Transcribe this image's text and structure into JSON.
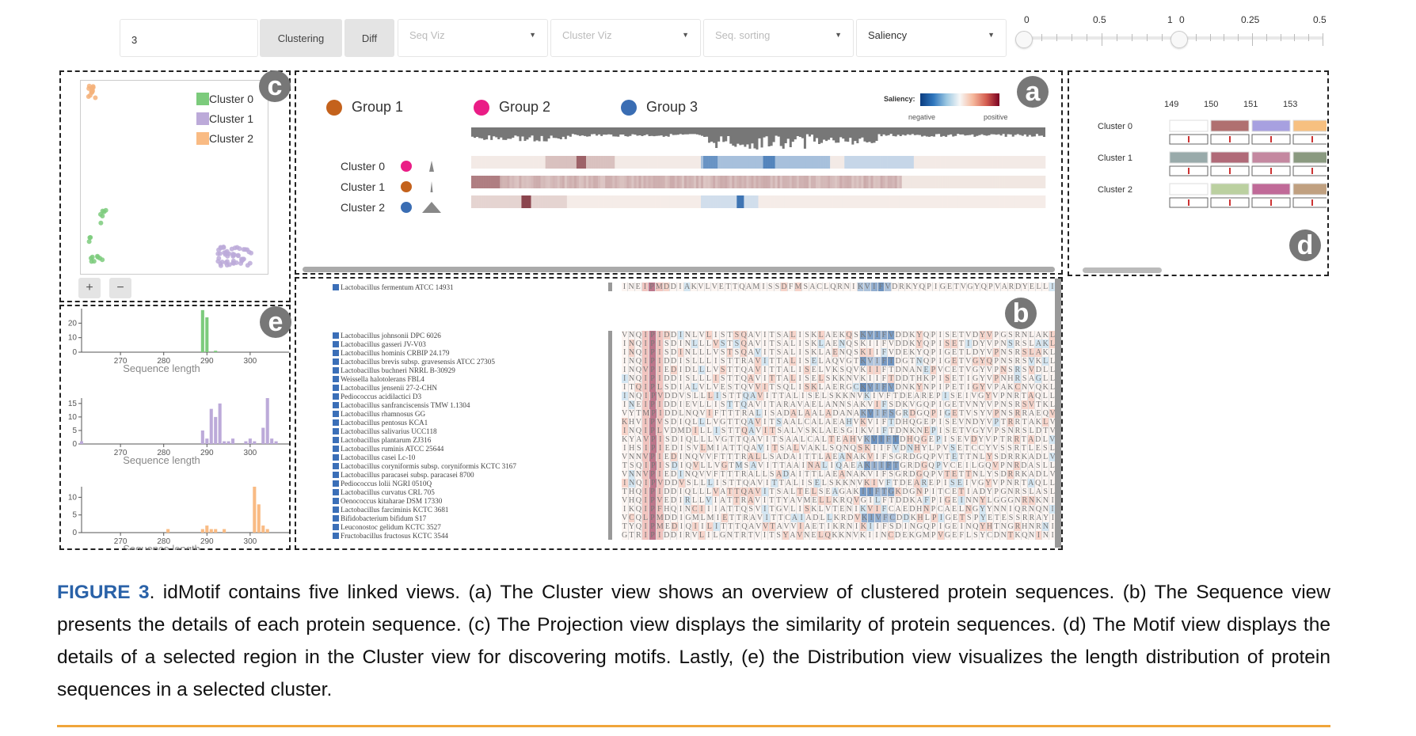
{
  "toolbar": {
    "cluster_count_value": "3",
    "clustering_label": "Clustering",
    "diff_label": "Diff",
    "selects": [
      {
        "label": "Seq Viz",
        "placeholder": true
      },
      {
        "label": "Cluster Viz",
        "placeholder": true
      },
      {
        "label": "Seq. sorting",
        "placeholder": true
      },
      {
        "label": "Saliency",
        "placeholder": false
      }
    ],
    "slider1": {
      "min_label": "0",
      "mid_label": "0.5",
      "max_label": "1",
      "value": 0
    },
    "slider2": {
      "min_label": "0",
      "mid_label": "0.25",
      "max_label": "0.5",
      "value": 0
    }
  },
  "projection_view": {
    "badge": "c",
    "legend": [
      {
        "label": "Cluster 0",
        "color": "#7ccb7c"
      },
      {
        "label": "Cluster 1",
        "color": "#bcaad9"
      },
      {
        "label": "Cluster 2",
        "color": "#f9bb84"
      }
    ],
    "zoom_in": "+",
    "zoom_out": "−"
  },
  "cluster_view": {
    "badge": "a",
    "groups": [
      {
        "label": "Group 1",
        "color": "#c4621c"
      },
      {
        "label": "Group 2",
        "color": "#ea1d86"
      },
      {
        "label": "Group 3",
        "color": "#3a6db3"
      }
    ],
    "saliency_label": "Saliency:",
    "saliency_negative": "negative",
    "saliency_positive": "positive",
    "clusters": [
      {
        "label": "Cluster 0",
        "dot": "#ea1d86"
      },
      {
        "label": "Cluster 1",
        "dot": "#c4621c"
      },
      {
        "label": "Cluster 2",
        "dot": "#3a6db3"
      }
    ]
  },
  "motif_view": {
    "badge": "d",
    "positions": [
      "149",
      "150",
      "151",
      "153"
    ],
    "clusters": [
      "Cluster 0",
      "Cluster 1",
      "Cluster 2"
    ]
  },
  "distribution_view": {
    "badge": "e",
    "x_title": "Sequence length",
    "x_ticks": [
      "270",
      "280",
      "290",
      "300"
    ]
  },
  "sequence_view": {
    "badge": "b",
    "reference": {
      "name": "Lactobacillus fermentum ATCC 14931",
      "seq": "INEIPMDDIAKVLVETTQAMISSDFMSACLQRNIKVIFVDRKYQPIGETVGYQPVARDYELLI"
    },
    "species": [
      "Lactobacillus johnsonii DPC 6026",
      "Lactobacillus gasseri JV-V03",
      "Lactobacillus hominis CRBIP 24.179",
      "Lactobacillus brevis subsp. gravesensis ATCC 27305",
      "Lactobacillus buchneri NRRL B-30929",
      "Weissella halotolerans FBL4",
      "Lactobacillus jensenii 27-2-CHN",
      "Pediococcus acidilactici D3",
      "Lactobacillus sanfranciscensis TMW 1.1304",
      "Lactobacillus rhamnosus GG",
      "Lactobacillus pentosus KCA1",
      "Lactobacillus salivarius UCC118",
      "Lactobacillus plantarum ZJ316",
      "Lactobacillus ruminis ATCC 25644",
      "Lactobacillus casei Lc-10",
      "Lactobacillus coryniformis subsp. coryniformis KCTC 3167",
      "Lactobacillus paracasei subsp. paracasei 8700",
      "Pediococcus lolii NGRI 0510Q",
      "Lactobacillus curvatus CRL 705",
      "Oenococcus kitaharae DSM 17330",
      "Lactobacillus farciminis KCTC 3681",
      "Bifidobacterium bifidum S17",
      "Leuconostoc gelidum KCTC 3527",
      "Fructobacillus fructosus KCTC 3544"
    ],
    "sequences": [
      "VNQIPIDDINLVLISTSQAVITSALISKLAEKQSKVIFVDDKYQPISETVDYVPGSRNLAKL",
      "INQIPISDINLLLVSTSQAVITSALISKLAENQSKIIFVDDKYQPISETIDYVPNSRSLAKL",
      "INQIPISDINLLLVSTSQAVITSALISKLAENQSKIIFVDEKYQPIGETLDYVPNSRSLAKL",
      "INQIPIDDISLLLISTTRAVITTALISELAQVGTKVIFTDGTNQPIGETVGYQPNSRSVKLL",
      "INQVPIEDIDLLLVSTTQAVITTALISELVKSQVKIIFTDNANEPVCETVGYVPNSRSVDLL",
      "INQIPIDDISLLLISTTQAVITTALISELSKKNVKIIFTDDTHKPISETIGYVPNHRSAGLL",
      "ITQIPLSDIALVLVESTQVVITSQLISKLAERGCKVIFVDNKYNPIPETIGYVPAKCNVQKL",
      "INQIPVDDVSLLLISTTQAVITTALISELSKKNVKIVFTDEAREPISEIVGYVPNRTAQLL",
      "INEIPIDDIEVLLISTTQAVITARAVAELANNSAKVIFSDKVGQPIGETVNYVPNSRSVTKL",
      "VYTMPIDDLNQVIFTTTRALISADALAALADANAKVIFSGRDGQPIGETVSYVPNSRRAEQV",
      "KHVIPVSDIQLLLVGTTQAVITSAALCALAEAHVKVIFTDHQGEPISEVNDYVPTRRTAKLV",
      "INQIPLVDMDILLISTTQAVITSALVSKLAESGIKVIFTDNKNEPISETVGYVPSNRSLDTV",
      "KYAVPISDIQLLLVGTTQAVITSAALCALTEAHVKVIFTDHQGEPISEVDYVPTRRTADLV",
      "IHSIPIEDISVLMIATTQAVITSALVAKLSQNQSKIIFVDNHYLPVSETCCYVSSRTLESL",
      "VNNVPIEDINQVVFTTTRALLSADAITTLAEANAKVIFSGRDGQPVTETTNLYSDRRKADLV",
      "TSQIPISDIQVLLVGTMSAVITTAAINALIQAEAKIIFTGRDGQPVCEILGQVPNRDASLL",
      "VNNVPIEDINQVVFTTTRALLSADAITTLAEANAKVIFSGRDGQPVTETTNLYSDRRKADLV",
      "INQIPVDDVSLLLISTTQAVITTALISELSKKNVKIVFTDEAREPISEIVGYVPNRTAQLL",
      "THQIPIDDIQLLLVATTQAVITSALTELSEAGAKIIFTGKDGNPITCETIADYPGNRSLASL",
      "VHQIPVEDIRLLVIATTRAVITTYAVMELLKRQVGILFTDDKAFPIGEINNYLGGGNRNKNI",
      "IKQIPFHQINCIIIATTQSVITGVLISKLVTENIKVIFCAEDHNPCAELNGYYNNIQRNQNI",
      "VCQLPMDDIGMLMIETTRAVITTCAIADLLKRDVKIVFCDDKHLPIGETSPYETESSRRAYI",
      "TYQIPMEDIQIILITTTQAVVTAVVIAETIKRNIKIIFSDINGQPIGEINQYHTNGRHNRNI",
      "GTRIPIDDIRVLILGNTRTVITSYAVNELQKKNVKIINCDEKGMPVGEFLSYCDNTKQNINI"
    ]
  },
  "caption": {
    "figure_label": "FIGURE 3",
    "text": ". idMotif contains five linked views. (a) The Cluster view shows an overview of clustered protein sequences. (b) The Sequence view presents the details of each protein sequence. (c) The Projection view displays the similarity of protein sequences. (d) The Motif view displays the details of a selected region in the Cluster view for discovering motifs. Lastly, (e) the Distribution view visualizes the length distribution of protein sequences in a selected cluster."
  },
  "chart_data": [
    {
      "type": "bar",
      "title": "Cluster 0 length distribution",
      "xlabel": "Sequence length",
      "ylabel": "",
      "color": "#7ccb7c",
      "xlim": [
        261,
        309
      ],
      "ylim": [
        0,
        30
      ],
      "y_ticks": [
        0,
        10,
        20
      ],
      "x": [
        289,
        290,
        292
      ],
      "values": [
        29,
        24,
        1
      ]
    },
    {
      "type": "bar",
      "title": "Cluster 1 length distribution",
      "xlabel": "Sequence length",
      "ylabel": "",
      "color": "#bcaad9",
      "xlim": [
        261,
        309
      ],
      "ylim": [
        0,
        17
      ],
      "y_ticks": [
        0,
        5,
        10,
        15
      ],
      "x": [
        261,
        289,
        290,
        291,
        292,
        293,
        294,
        295,
        296,
        299,
        300,
        301,
        303,
        304,
        305,
        306
      ],
      "values": [
        1,
        5,
        2,
        13,
        10,
        15,
        1,
        1,
        2,
        1,
        2,
        1,
        6,
        17,
        2,
        1
      ]
    },
    {
      "type": "bar",
      "title": "Cluster 2 length distribution",
      "xlabel": "Sequence length",
      "ylabel": "",
      "color": "#f9bb84",
      "xlim": [
        261,
        309
      ],
      "ylim": [
        0,
        13
      ],
      "y_ticks": [
        0,
        5,
        10
      ],
      "x": [
        281,
        289,
        290,
        291,
        292,
        294,
        301,
        302,
        303,
        304
      ],
      "values": [
        1,
        1,
        2,
        1,
        1,
        1,
        13,
        8,
        2,
        1
      ]
    }
  ]
}
